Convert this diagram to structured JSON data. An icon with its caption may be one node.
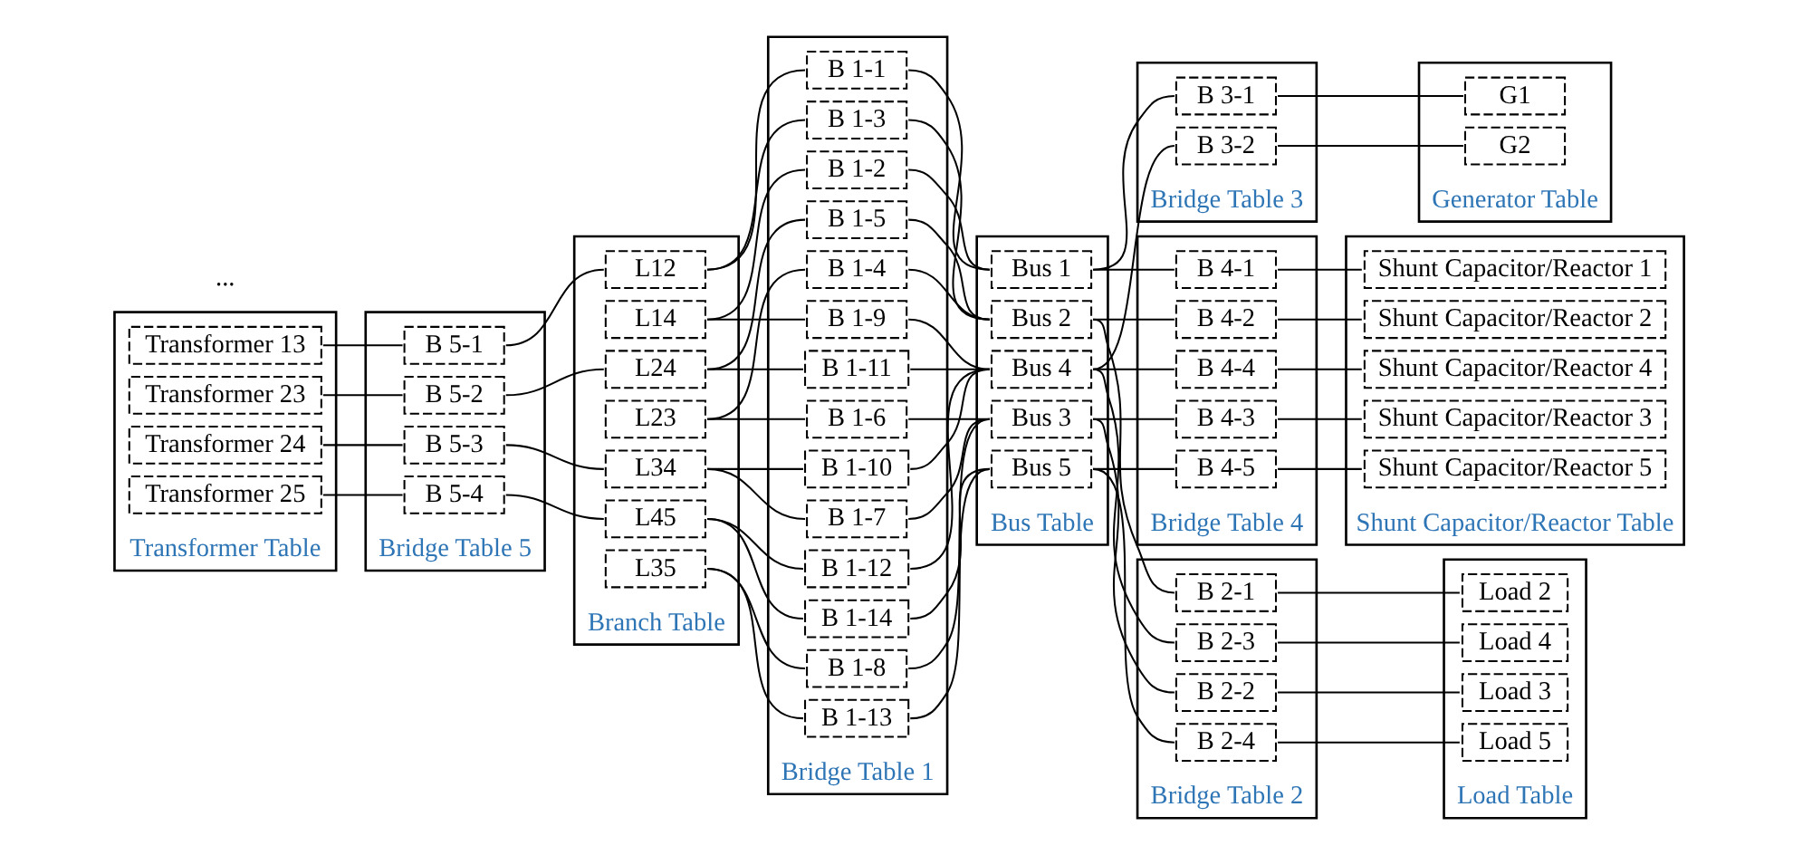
{
  "diagram": {
    "nodes": [
      {
        "text": [
          "Transformer Table"
        ]
      },
      {
        "text": [
          "Transformer 13"
        ],
        "in": 0
      },
      {
        "text": [
          "Transformer 23"
        ],
        "in": 0
      },
      {
        "text": [
          "Transformer 24"
        ],
        "in": 0
      },
      {
        "text": [
          "Transformer 25"
        ],
        "in": 0
      },
      {
        "text": [
          "Bridge Table 5"
        ]
      },
      {
        "text": [
          "B 5-1"
        ],
        "in": 5
      },
      {
        "text": [
          "B 5-2"
        ],
        "in": 5
      },
      {
        "text": [
          "B 5-3"
        ],
        "in": 5
      },
      {
        "text": [
          "B 5-4"
        ],
        "in": 5
      },
      {
        "text": [
          "Branch Table"
        ]
      },
      {
        "text": [
          "L12"
        ],
        "in": 10
      },
      {
        "text": [
          "L14"
        ],
        "in": 10
      },
      {
        "text": [
          "L23"
        ],
        "in": 10
      },
      {
        "text": [
          "L24"
        ],
        "in": 10
      },
      {
        "text": [
          "L34"
        ],
        "in": 10
      },
      {
        "text": [
          "L35"
        ],
        "in": 10
      },
      {
        "text": [
          "L45"
        ],
        "in": 10
      },
      {
        "text": [
          "Bridge Table 1"
        ]
      },
      {
        "text": [
          "B 1-1"
        ],
        "in": 18
      },
      {
        "text": [
          "B 1-2"
        ],
        "in": 18
      },
      {
        "text": [
          "B 1-3"
        ],
        "in": 18
      },
      {
        "text": [
          "B 1-4"
        ],
        "in": 18
      },
      {
        "text": [
          "B 1-5"
        ],
        "in": 18
      },
      {
        "text": [
          "B 1-6"
        ],
        "in": 18
      },
      {
        "text": [
          "B 1-7"
        ],
        "in": 18
      },
      {
        "text": [
          "B 1-8"
        ],
        "in": 18
      },
      {
        "text": [
          "B 1-9"
        ],
        "in": 18
      },
      {
        "text": [
          "B 1-10"
        ],
        "in": 18
      },
      {
        "text": [
          "B 1-11"
        ],
        "in": 18
      },
      {
        "text": [
          "B 1-12"
        ],
        "in": 18
      },
      {
        "text": [
          "B 1-13"
        ],
        "in": 18
      },
      {
        "text": [
          "B 1-14"
        ],
        "in": 18
      },
      {
        "text": [
          "Bus Table"
        ]
      },
      {
        "text": [
          "Bus 1"
        ],
        "in": 33
      },
      {
        "text": [
          "Bus 2"
        ],
        "in": 33
      },
      {
        "text": [
          "Bus 3"
        ],
        "in": 33
      },
      {
        "text": [
          "Bus 4"
        ],
        "in": 33
      },
      {
        "text": [
          "Bus 5"
        ],
        "in": 33
      },
      {
        "text": [
          "Bridge Table 2"
        ]
      },
      {
        "text": [
          "B 2-1"
        ],
        "in": 39
      },
      {
        "text": [
          "B 2-2"
        ],
        "in": 39
      },
      {
        "text": [
          "B 2-3"
        ],
        "in": 39
      },
      {
        "text": [
          "B 2-4"
        ],
        "in": 39
      },
      {
        "text": [
          "Bridge Table 3"
        ]
      },
      {
        "text": [
          "B 3-1"
        ],
        "in": 44
      },
      {
        "text": [
          "B 3-2"
        ],
        "in": 44
      },
      {
        "text": [
          "Bridge Table 4"
        ]
      },
      {
        "text": [
          "B 4-1"
        ],
        "in": 47
      },
      {
        "text": [
          "B 4-2"
        ],
        "in": 47
      },
      {
        "text": [
          "B 4-3"
        ],
        "in": 47
      },
      {
        "text": [
          "B 4-4"
        ],
        "in": 47
      },
      {
        "text": [
          "B 4-5"
        ],
        "in": 47
      },
      {
        "text": [
          "Load Table"
        ]
      },
      {
        "text": [
          "Load 2"
        ],
        "in": 53
      },
      {
        "text": [
          "Load 3"
        ],
        "in": 53
      },
      {
        "text": [
          "Load 4"
        ],
        "in": 53
      },
      {
        "text": [
          "Load 5"
        ],
        "in": 53
      },
      {
        "text": [
          "Generator Table"
        ]
      },
      {
        "text": [
          "G1"
        ],
        "in": 58
      },
      {
        "text": [
          "G2"
        ],
        "in": 58
      },
      {
        "text": [
          "Shunt Capacitor/Reactor Table"
        ]
      },
      {
        "text": [
          "Shunt Capacitor/Reactor 1"
        ],
        "in": 61
      },
      {
        "text": [
          "Shunt Capacitor/Reactor 2"
        ],
        "in": 61
      },
      {
        "text": [
          "Shunt Capacitor/Reactor 3"
        ],
        "in": 61
      },
      {
        "text": [
          "Shunt Capacitor/Reactor 4"
        ],
        "in": 61
      },
      {
        "text": [
          "Shunt Capacitor/Reactor 5"
        ],
        "in": 61
      }
    ],
    "edges": [
      {
        "from": 1,
        "to": 6,
        "arrow": "none"
      },
      {
        "from": 2,
        "to": 7,
        "arrow": "none"
      },
      {
        "from": 3,
        "to": 8,
        "arrow": "none"
      },
      {
        "from": 4,
        "to": 9,
        "arrow": "none"
      },
      {
        "from": 6,
        "to": 11,
        "arrow": "none"
      },
      {
        "from": 7,
        "to": 14,
        "arrow": "none"
      },
      {
        "from": 8,
        "to": 15,
        "arrow": "none"
      },
      {
        "from": 9,
        "to": 17,
        "arrow": "none"
      },
      {
        "from": 11,
        "to": 19,
        "arrow": "none"
      },
      {
        "from": 11,
        "to": 21,
        "arrow": "none"
      },
      {
        "from": 12,
        "to": 20,
        "arrow": "none"
      },
      {
        "from": 12,
        "to": 27,
        "arrow": "none"
      },
      {
        "from": 13,
        "to": 22,
        "arrow": "none"
      },
      {
        "from": 13,
        "to": 24,
        "arrow": "none"
      },
      {
        "from": 14,
        "to": 23,
        "arrow": "none"
      },
      {
        "from": 14,
        "to": 29,
        "arrow": "none"
      },
      {
        "from": 15,
        "to": 25,
        "arrow": "none"
      },
      {
        "from": 15,
        "to": 28,
        "arrow": "none"
      },
      {
        "from": 16,
        "to": 26,
        "arrow": "none"
      },
      {
        "from": 16,
        "to": 31,
        "arrow": "none"
      },
      {
        "from": 17,
        "to": 30,
        "arrow": "none"
      },
      {
        "from": 17,
        "to": 32,
        "arrow": "none"
      },
      {
        "from": 19,
        "to": 34,
        "arrow": "none"
      },
      {
        "from": 20,
        "to": 34,
        "arrow": "none"
      },
      {
        "from": 21,
        "to": 35,
        "arrow": "none"
      },
      {
        "from": 22,
        "to": 35,
        "arrow": "none"
      },
      {
        "from": 23,
        "to": 35,
        "arrow": "none"
      },
      {
        "from": 24,
        "to": 36,
        "arrow": "none"
      },
      {
        "from": 25,
        "to": 36,
        "arrow": "none"
      },
      {
        "from": 26,
        "to": 36,
        "arrow": "none"
      },
      {
        "from": 27,
        "to": 37,
        "arrow": "none"
      },
      {
        "from": 28,
        "to": 37,
        "arrow": "none"
      },
      {
        "from": 29,
        "to": 37,
        "arrow": "none"
      },
      {
        "from": 30,
        "to": 37,
        "arrow": "none"
      },
      {
        "from": 31,
        "to": 38,
        "arrow": "none"
      },
      {
        "from": 32,
        "to": 38,
        "arrow": "none"
      },
      {
        "from": 35,
        "to": 40,
        "arrow": "none"
      },
      {
        "from": 36,
        "to": 41,
        "arrow": "none"
      },
      {
        "from": 37,
        "to": 42,
        "arrow": "none"
      },
      {
        "from": 38,
        "to": 43,
        "arrow": "none"
      },
      {
        "from": 34,
        "to": 45,
        "arrow": "none"
      },
      {
        "from": 37,
        "to": 46,
        "arrow": "none"
      },
      {
        "from": 34,
        "to": 48,
        "arrow": "none"
      },
      {
        "from": 35,
        "to": 49,
        "arrow": "none"
      },
      {
        "from": 36,
        "to": 50,
        "arrow": "none"
      },
      {
        "from": 37,
        "to": 51,
        "arrow": "none"
      },
      {
        "from": 38,
        "to": 52,
        "arrow": "none"
      },
      {
        "from": 40,
        "to": 54,
        "arrow": "none"
      },
      {
        "from": 41,
        "to": 55,
        "arrow": "none"
      },
      {
        "from": 42,
        "to": 56,
        "arrow": "none"
      },
      {
        "from": 43,
        "to": 57,
        "arrow": "none"
      },
      {
        "from": 45,
        "to": 59,
        "arrow": "none"
      },
      {
        "from": 46,
        "to": 60,
        "arrow": "none"
      },
      {
        "from": 48,
        "to": 62,
        "arrow": "none"
      },
      {
        "from": 49,
        "to": 63,
        "arrow": "none"
      },
      {
        "from": 50,
        "to": 64,
        "arrow": "none"
      },
      {
        "from": 51,
        "to": 65,
        "arrow": "none"
      },
      {
        "from": 52,
        "to": 66,
        "arrow": "none"
      }
    ],
    "labels": [
      "..."
    ]
  }
}
